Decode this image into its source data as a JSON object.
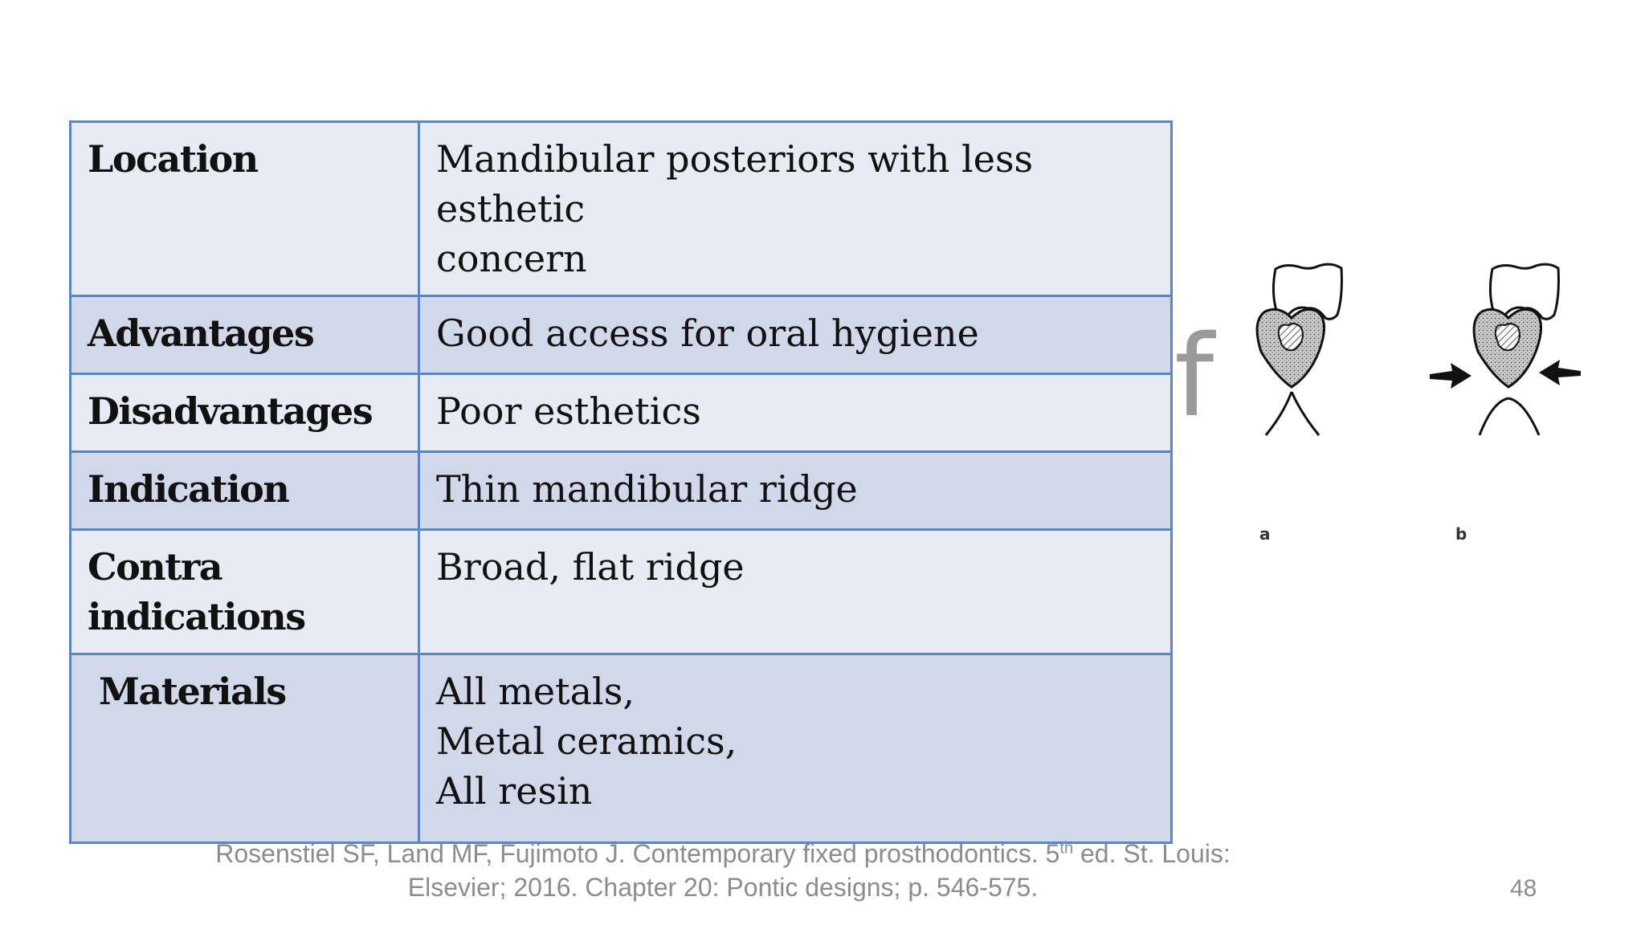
{
  "table": {
    "rows": [
      {
        "label": "Location",
        "value_lines": [
          "Mandibular posteriors with less esthetic",
          "concern"
        ]
      },
      {
        "label": "Advantages",
        "value_lines": [
          "Good access for oral hygiene"
        ]
      },
      {
        "label": "Disadvantages",
        "value_lines": [
          "Poor esthetics"
        ]
      },
      {
        "label": "Indication",
        "value_lines": [
          "Thin mandibular ridge"
        ]
      },
      {
        "label": "Contra indications",
        "value_lines": [
          "Broad, flat ridge"
        ]
      },
      {
        "label": "Materials",
        "value_lines": [
          "All metals,",
          "Metal ceramics,",
          "All resin"
        ]
      }
    ]
  },
  "figure": {
    "label_a": "a",
    "label_b": "b"
  },
  "ghost_char": "f",
  "citation": {
    "line1_pre": "Rosenstiel SF, Land MF, Fujimoto J. Contemporary fixed prosthodontics. 5",
    "line1_sup": "th",
    "line1_post": " ed. St. Louis:",
    "line2": "Elsevier; 2016. Chapter 20: Pontic designs; p. 546-575."
  },
  "page_number": "48",
  "colors": {
    "border": "#5b86c5",
    "row_light": "#e9ebf4",
    "row_dark": "#d0d8e9"
  }
}
